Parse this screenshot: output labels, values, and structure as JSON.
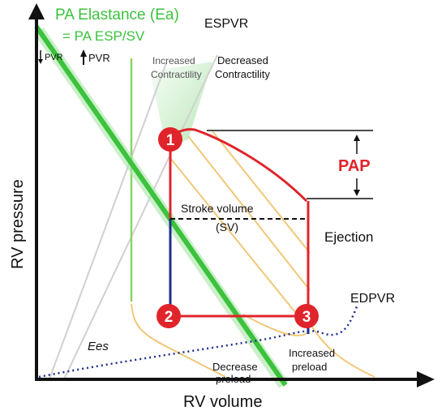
{
  "axes": {
    "x_label": "RV volume",
    "y_label": "RV pressure"
  },
  "labels": {
    "ea_title": "PA Elastance (Ea)",
    "ea_formula": "= PA ESP/SV",
    "espvr": "ESPVR",
    "pvr_down": "PVR",
    "pvr_up": "PVR",
    "increased_contractility_1": "Increased",
    "increased_contractility_2": "Contractility",
    "decreased_contractility_1": "Decreased",
    "decreased_contractility_2": "Contractility",
    "pap": "PAP",
    "stroke_volume_1": "Stroke volume",
    "stroke_volume_2": "(SV)",
    "ejection": "Ejection",
    "edpvr": "EDPVR",
    "ees": "Ees",
    "decrease_preload_1": "Decrease",
    "decrease_preload_2": "preload",
    "increased_preload_1": "Increased",
    "increased_preload_2": "preload"
  },
  "points": [
    {
      "label": "1"
    },
    {
      "label": "2"
    },
    {
      "label": "3"
    }
  ],
  "colors": {
    "loop": "#e0242b",
    "ea_line": "#3cc23c",
    "espvr_line": "#8dd16a",
    "preload_lines": "#f0c878",
    "edpvr": "#1e2f8c",
    "axis": "#111111",
    "ee_lines": "#c8c8c8"
  }
}
